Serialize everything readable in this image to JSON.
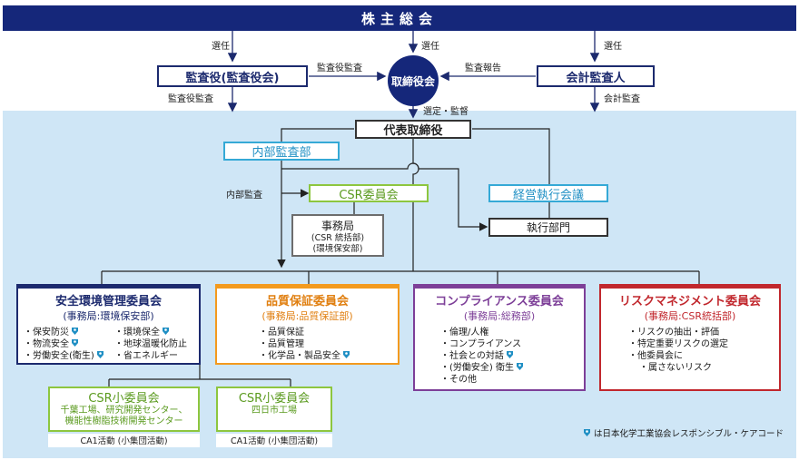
{
  "header": {
    "title": "株主総会"
  },
  "top": {
    "auditor_box": "監査役(監査役会)",
    "board": "取締役会",
    "accounting_auditor": "会計監査人",
    "elect_left": "選任",
    "elect_center": "選任",
    "elect_right": "選任",
    "audit_by_auditors": "監査役監査",
    "audit_report": "監査報告",
    "auditor_audit_down": "監査役監査",
    "accounting_audit": "会計監査",
    "select_supervise": "選定・監督"
  },
  "middle": {
    "ceo": "代表取締役",
    "internal_audit_dept": "内部監査部",
    "internal_audit_label": "内部監査",
    "csr_committee": "CSR委員会",
    "secretariat_title": "事務局",
    "secretariat_line1": "(CSR 統括部)",
    "secretariat_line2": "(環境保安部)",
    "exec_meeting": "経営執行会議",
    "exec_division": "執行部門"
  },
  "committees": [
    {
      "title": "安全環境管理委員会",
      "sub": "(事務局:環境保安部)",
      "color": "#1c2a6e",
      "items": [
        "保安防災",
        "物流安全",
        "労働安全(衛生)",
        "環境保全",
        "地球温暖化防止",
        "省エネルギー"
      ]
    },
    {
      "title": "品質保証委員会",
      "sub": "(事務局:品質保証部)",
      "color": "#f39a1e",
      "items": [
        "品質保証",
        "品質管理",
        "化学品・製品安全"
      ]
    },
    {
      "title": "コンプライアンス委員会",
      "sub": "(事務局:総務部)",
      "color": "#7d3f98",
      "items": [
        "倫理/人権",
        "コンプライアンス",
        "社会との対話",
        "(労働安全) 衛生",
        "その他"
      ]
    },
    {
      "title": "リスクマネジメント委員会",
      "sub": "(事務局:CSR統括部)",
      "color": "#c1272d",
      "items": [
        "リスクの抽出・評価",
        "特定重要リスクの選定",
        "他委員会に",
        "属さないリスク"
      ]
    }
  ],
  "subcommittees": [
    {
      "title": "CSR小委員会",
      "line1": "千葉工場、研究開発センター、",
      "line2": "機能性樹脂技術開発センター",
      "activity": "CA1活動 (小集団活動)"
    },
    {
      "title": "CSR小委員会",
      "line1": "四日市工場",
      "line2": "",
      "activity": "CA1活動 (小集団活動)"
    }
  ],
  "legend": {
    "text": "は日本化学工業協会レスポンシブル・ケアコード",
    "icon": "responsible-care-icon"
  }
}
